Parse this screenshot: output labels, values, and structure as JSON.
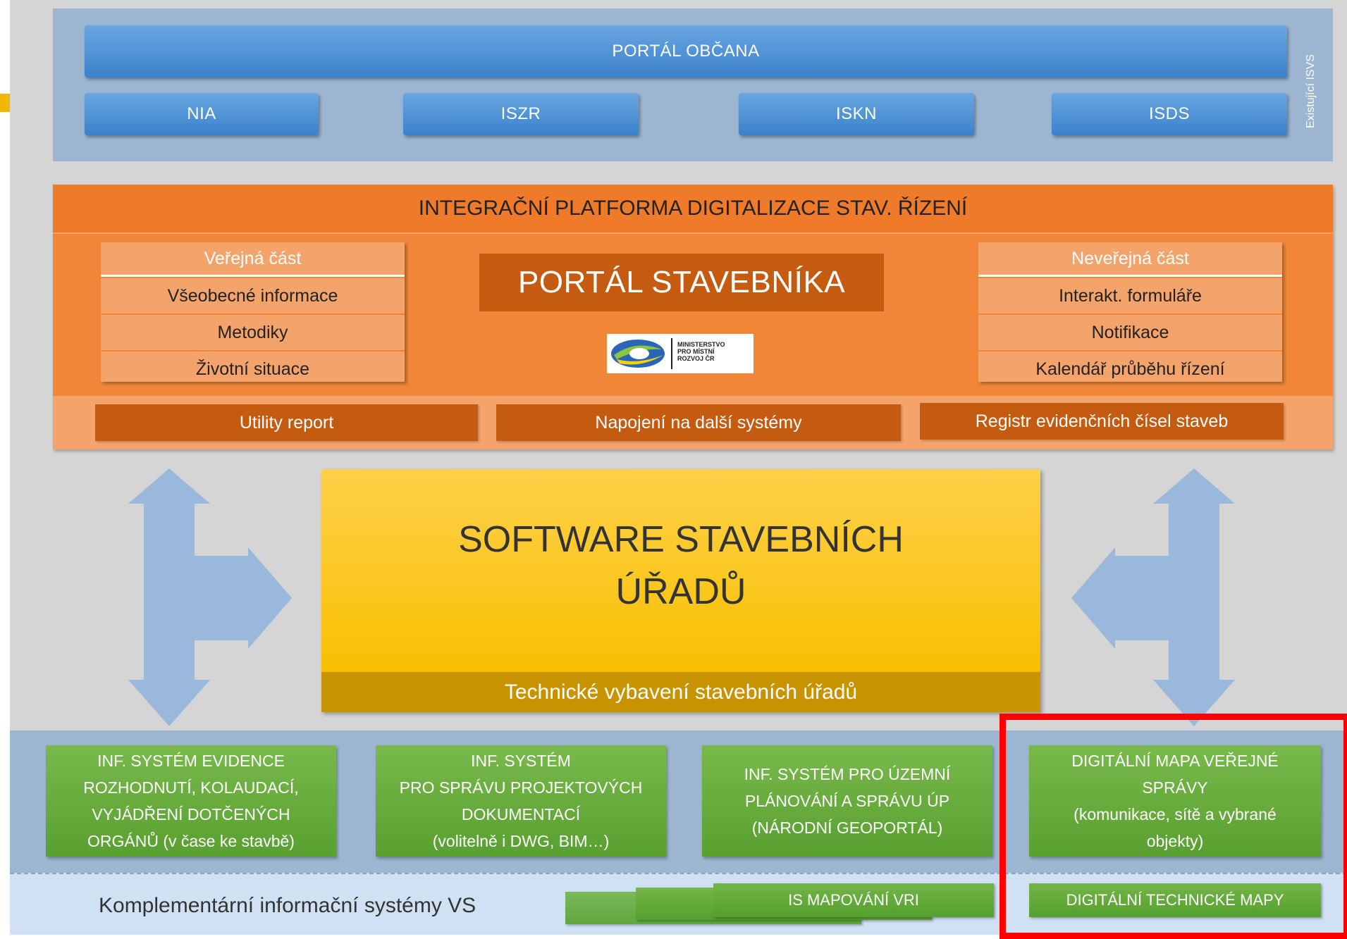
{
  "top": {
    "portal_obcana": "PORTÁL OBČANA",
    "buttons": [
      "NIA",
      "ISZR",
      "ISKN",
      "ISDS"
    ],
    "side_label": "Existující ISVS"
  },
  "platform": {
    "header": "INTEGRAČNÍ PLATFORMA DIGITALIZACE STAV. ŘÍZENÍ",
    "public": {
      "title": "Veřejná část",
      "items": [
        "Všeobecné informace",
        "Metodiky",
        "Životní situace"
      ]
    },
    "portal_title": "PORTÁL STAVEBNÍKA",
    "logo_text": [
      "MINISTERSTVO",
      "PRO MÍSTNÍ",
      "ROZVOJ ČR"
    ],
    "private": {
      "title": "Neveřejná část",
      "items": [
        "Interakt. formuláře",
        "Notifikace",
        "Kalendář průběhu řízení"
      ]
    },
    "bottom_buttons": [
      "Utility report",
      "Napojení na další systémy",
      "Registr evidenčních čísel staveb"
    ]
  },
  "software": {
    "title_line1": "SOFTWARE STAVEBNÍCH",
    "title_line2": "ÚŘADŮ",
    "subtitle": "Technické  vybavení stavebních úřadů"
  },
  "systems": [
    {
      "lines": [
        "INF. SYSTÉM EVIDENCE",
        "ROZHODNUTÍ, KOLAUDACÍ,",
        "VYJÁDŘENÍ  DOTČENÝCH",
        "ORGÁNŮ (v čase ke stavbě)"
      ]
    },
    {
      "lines": [
        "INF. SYSTÉM",
        "PRO SPRÁVU PROJEKTOVÝCH",
        "DOKUMENTACÍ",
        "(volitelně i DWG,  BIM…)"
      ]
    },
    {
      "lines": [
        "INF. SYSTÉM PRO ÚZEMNÍ",
        "PLÁNOVÁNÍ  A SPRÁVU ÚP",
        "(NÁRODNÍ GEOPORTÁL)"
      ]
    },
    {
      "lines": [
        "DIGITÁLNÍ MAPA VEŘEJNÉ",
        "SPRÁVY",
        "(komunikace, sítě a vybrané",
        "objekty)"
      ]
    }
  ],
  "complementary": {
    "label": "Komplementární informační systémy VS",
    "is_mapovani": "IS MAPOVÁNÍ VRI",
    "dtm": "DIGITÁLNÍ TECHNICKÉ MAPY"
  },
  "colors": {
    "blue": "#3a82cc",
    "orange": "#f18638",
    "dark_orange": "#c55a11",
    "yellow": "#f8c000",
    "green": "#58a030",
    "highlight_red": "#ff0000"
  }
}
